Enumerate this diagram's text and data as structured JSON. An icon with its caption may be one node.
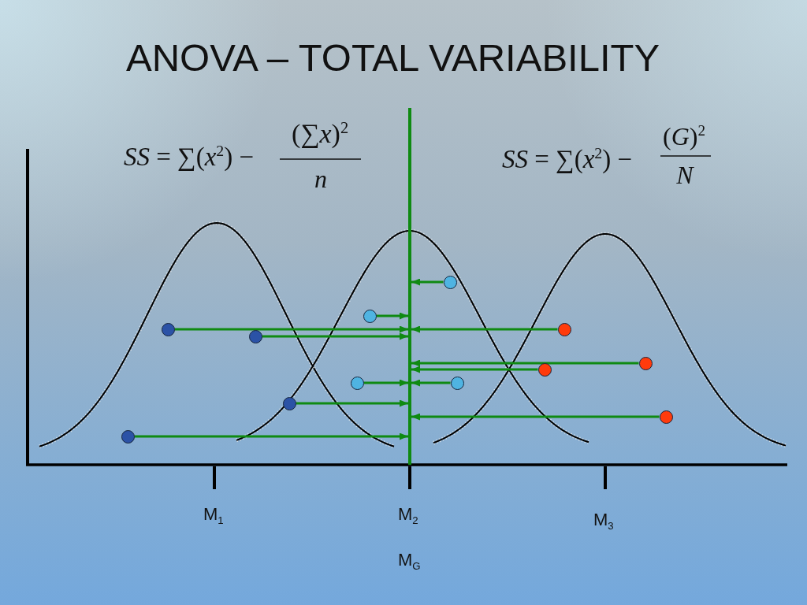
{
  "diagram": {
    "title": "ANOVA – TOTAL VARIABILITY",
    "nodes": [
      {
        "text": [],
        "shape": "line"
      },
      {
        "text": [],
        "shape": "circle"
      },
      {
        "text": [],
        "shape": "circle"
      },
      {
        "text": [],
        "shape": "circle"
      },
      {
        "text": [],
        "shape": "circle"
      },
      {
        "text": [],
        "shape": "circle"
      },
      {
        "text": [],
        "shape": "circle"
      },
      {
        "text": [],
        "shape": "circle"
      },
      {
        "text": [],
        "shape": "circle"
      },
      {
        "text": [],
        "shape": "circle"
      },
      {
        "text": [],
        "shape": "circle"
      },
      {
        "text": [],
        "shape": "circle"
      },
      {
        "text": [],
        "shape": "circle"
      }
    ],
    "edges": [
      {
        "from": 1,
        "to": 0,
        "arrow": "to"
      },
      {
        "from": 2,
        "to": 0,
        "arrow": "to"
      },
      {
        "from": 3,
        "to": 0,
        "arrow": "to"
      },
      {
        "from": 4,
        "to": 0,
        "arrow": "to"
      },
      {
        "from": 5,
        "to": 0,
        "arrow": "to"
      },
      {
        "from": 6,
        "to": 0,
        "arrow": "to"
      },
      {
        "from": 7,
        "to": 0,
        "arrow": "to"
      },
      {
        "from": 8,
        "to": 0,
        "arrow": "to"
      },
      {
        "from": 9,
        "to": 0,
        "arrow": "to"
      },
      {
        "from": 10,
        "to": 0,
        "arrow": "to"
      },
      {
        "from": 11,
        "to": 0,
        "arrow": "to"
      },
      {
        "from": 12,
        "to": 0,
        "arrow": "to"
      }
    ],
    "labels": [
      "*SS* = ∑(*x*$^{2}$) −",
      "(∑*x*)$^{2}$",
      "n",
      "*SS* = ∑(*x*$^{2}$) −",
      "(*G*)$^{2}$",
      "N",
      "M$_{1}$",
      "M$_{2}$",
      "M$_{3}$",
      "M$_{G}$"
    ]
  }
}
